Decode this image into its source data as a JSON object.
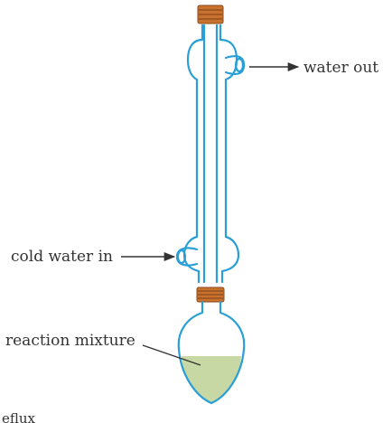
{
  "labels": {
    "water_out": "water out",
    "cold_water_in": "cold water in",
    "reaction_mixture": "reaction mixture",
    "caption_partial": "eflux"
  },
  "colors": {
    "glass": "#2a9fd6",
    "stopper": "#c8722e",
    "stopper_bands": "#8a4a1c",
    "mixture": "#c8d8a4",
    "text": "#333333"
  }
}
